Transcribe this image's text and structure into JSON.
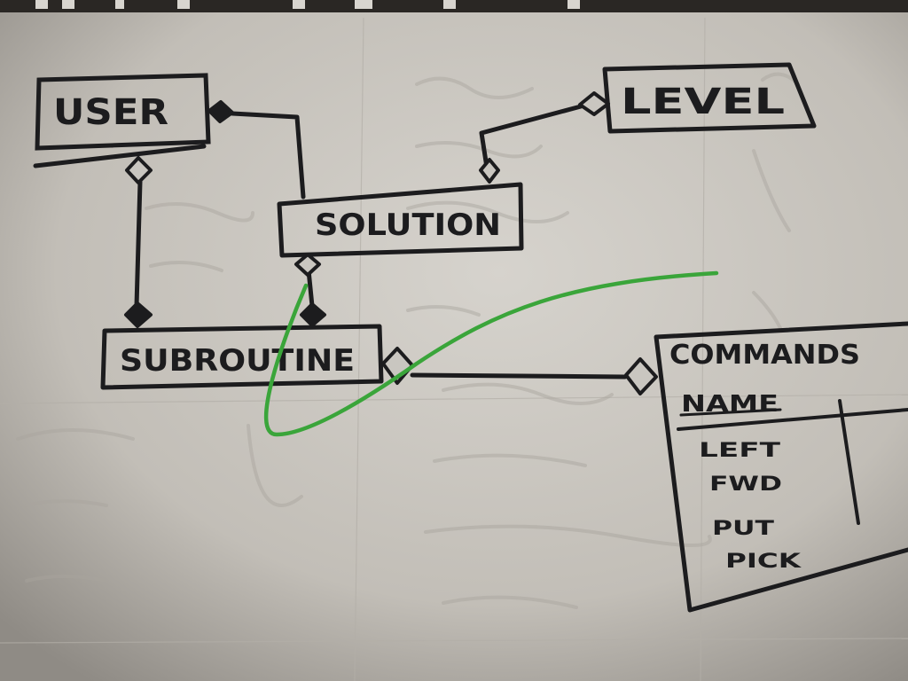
{
  "entities": {
    "user": {
      "name": "USER"
    },
    "level": {
      "name": "LEVEL"
    },
    "solution": {
      "name": "SOLUTION"
    },
    "subroutine": {
      "name": "SUBROUTINE"
    },
    "commands": {
      "name": "COMMANDS",
      "column_header": "NAME",
      "rows": [
        "LEFT",
        "FWD",
        "PUT",
        "PICK"
      ]
    }
  },
  "colors": {
    "ink": "#1c1c1e",
    "highlighter": "#3aa53a",
    "paper": "#c9c6c0"
  }
}
